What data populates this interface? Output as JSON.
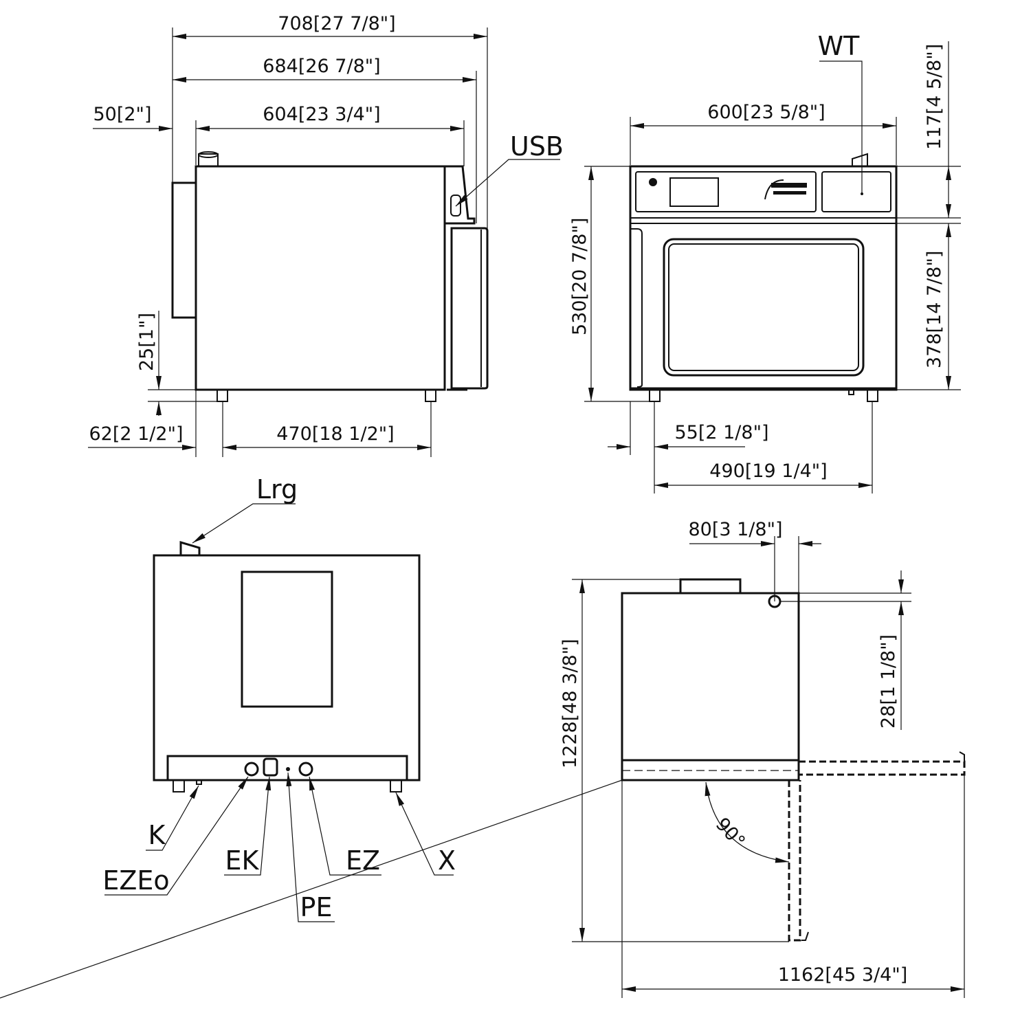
{
  "drawing": {
    "side_view": {
      "dims": {
        "overall_depth": "708[27 7/8\"]",
        "depth_to_handle": "684[26 7/8\"]",
        "body_depth": "604[23 3/4\"]",
        "rear_offset": "50[2\"]",
        "foot_height": "25[1\"]",
        "foot_offset": "62[2 1/2\"]",
        "foot_spacing": "470[18 1/2\"]"
      },
      "callouts": {
        "usb": "USB"
      }
    },
    "front_view": {
      "dims": {
        "width": "600[23 5/8\"]",
        "height": "530[20 7/8\"]",
        "panel_height": "117[4 5/8\"]",
        "door_height": "378[14 7/8\"]",
        "foot_offset": "55[2 1/8\"]",
        "foot_spacing": "490[19 1/4\"]"
      },
      "callouts": {
        "water_tank": "WT"
      }
    },
    "rear_view": {
      "callouts": {
        "lrg": "Lrg",
        "k": "K",
        "ezeo": "EZEo",
        "ek": "EK",
        "pe": "PE",
        "ez": "EZ",
        "x": "X"
      }
    },
    "top_view": {
      "dims": {
        "connection_offset_x": "80[3 1/8\"]",
        "connection_offset_y": "28[1 1/8\"]",
        "overall_depth_door_open": "1228[48 3/8\"]",
        "overall_width_door_open": "1162[45 3/4\"]",
        "door_angle": "90°"
      }
    }
  }
}
